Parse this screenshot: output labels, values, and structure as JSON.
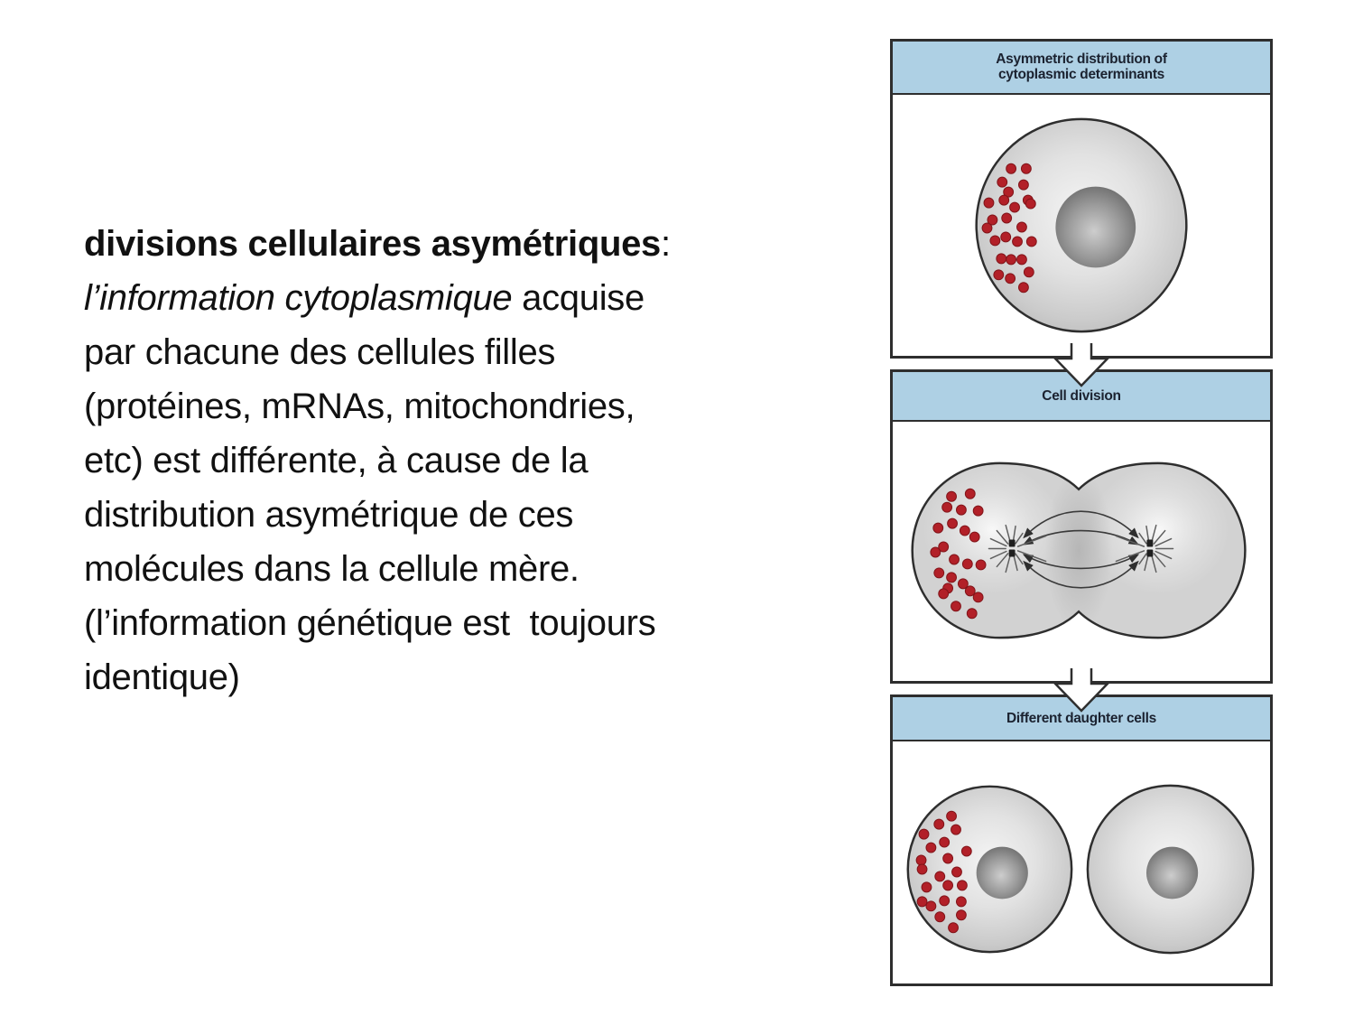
{
  "slide": {
    "background_color": "#ffffff",
    "text_color": "#111111",
    "title": {
      "bold": "divisions cellulaires asymétriques",
      "colon": ":"
    },
    "body": {
      "line1_italic": "l’information cytoplasmique",
      "line1_regular": " acquise",
      "lines": [
        "par chacune des cellules filles",
        "(protéines, mRNAs, mitochondries,",
        "etc) est différente, à cause de la",
        "distribution asymétrique de ces",
        "molécules dans la cellule mère."
      ]
    },
    "note_lines": [
      "(l’information génétique est  toujours",
      "identique)"
    ]
  },
  "diagram": {
    "header_bg": "#aed0e4",
    "border_color": "#2e2e2e",
    "header_text_color": "#1b2230",
    "dot_color": "#b22028",
    "dot_stroke": "#811419",
    "dot_radius": 5.5,
    "panels": [
      {
        "id": "asymmetric-distribution",
        "label": "Asymmetric distribution of\ncytoplasmic determinants",
        "dots": [
          [
            133,
            82
          ],
          [
            150,
            82
          ],
          [
            123,
            97
          ],
          [
            147,
            100
          ],
          [
            130,
            108
          ],
          [
            125,
            117
          ],
          [
            152,
            117
          ],
          [
            108,
            120
          ],
          [
            137,
            125
          ],
          [
            155,
            121
          ],
          [
            112,
            139
          ],
          [
            128,
            137
          ],
          [
            106,
            148
          ],
          [
            145,
            147
          ],
          [
            115,
            162
          ],
          [
            127,
            158
          ],
          [
            140,
            163
          ],
          [
            156,
            163
          ],
          [
            122,
            182
          ],
          [
            133,
            183
          ],
          [
            145,
            183
          ],
          [
            153,
            197
          ],
          [
            119,
            200
          ],
          [
            132,
            204
          ],
          [
            147,
            214
          ]
        ]
      },
      {
        "id": "cell-division",
        "label": "Cell division",
        "dots": [
          [
            66,
            83
          ],
          [
            87,
            80
          ],
          [
            61,
            95
          ],
          [
            77,
            98
          ],
          [
            96,
            99
          ],
          [
            51,
            118
          ],
          [
            67,
            113
          ],
          [
            81,
            121
          ],
          [
            92,
            128
          ],
          [
            48,
            145
          ],
          [
            57,
            139
          ],
          [
            69,
            153
          ],
          [
            84,
            158
          ],
          [
            99,
            159
          ],
          [
            52,
            168
          ],
          [
            66,
            173
          ],
          [
            79,
            180
          ],
          [
            62,
            185
          ],
          [
            57,
            191
          ],
          [
            87,
            188
          ],
          [
            96,
            195
          ],
          [
            71,
            205
          ],
          [
            89,
            213
          ]
        ]
      },
      {
        "id": "different-daughter-cells",
        "label": "Different daughter cells",
        "dots": [
          [
            66,
            83
          ],
          [
            52,
            92
          ],
          [
            71,
            98
          ],
          [
            35,
            103
          ],
          [
            58,
            112
          ],
          [
            43,
            118
          ],
          [
            83,
            122
          ],
          [
            32,
            132
          ],
          [
            62,
            130
          ],
          [
            33,
            142
          ],
          [
            53,
            150
          ],
          [
            72,
            145
          ],
          [
            78,
            160
          ],
          [
            38,
            162
          ],
          [
            62,
            160
          ],
          [
            33,
            178
          ],
          [
            43,
            183
          ],
          [
            58,
            177
          ],
          [
            77,
            178
          ],
          [
            53,
            195
          ],
          [
            77,
            193
          ],
          [
            68,
            207
          ]
        ]
      }
    ]
  }
}
